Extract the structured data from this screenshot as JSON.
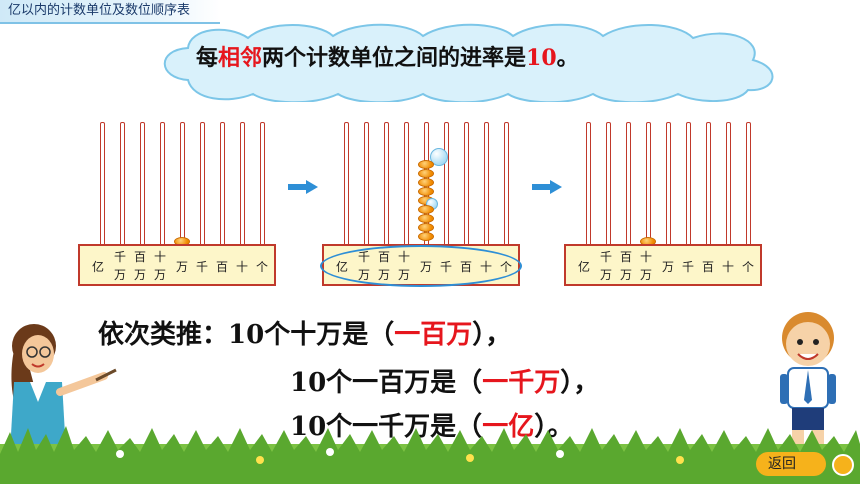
{
  "header": {
    "title": "亿以内的计数单位及数位顺序表"
  },
  "cloud": {
    "parts": [
      "每",
      "相邻",
      "两个计数单位之间的进率是",
      "10",
      "。"
    ]
  },
  "abacus": {
    "labels_left": [
      "亿"
    ],
    "labels_stack_top": [
      "千",
      "百",
      "十"
    ],
    "labels_stack_bottom": [
      "万",
      "万",
      "万"
    ],
    "labels_right": [
      "万",
      "千",
      "百",
      "十",
      "个"
    ]
  },
  "lines": [
    {
      "prefix": "依次类推：",
      "text": "10个十万是（",
      "answer": "一百万",
      "suffix": "），"
    },
    {
      "text": "10个一百万是（",
      "answer": "一千万",
      "suffix": "），"
    },
    {
      "text": "10个一千万是（",
      "answer": "一亿",
      "suffix": "）。"
    }
  ],
  "nav": {
    "return_label": "返回"
  },
  "colors": {
    "accent_red": "#e6161d",
    "rod": "#c0392b",
    "bead": "#f08a00",
    "button": "#f6b21b"
  }
}
